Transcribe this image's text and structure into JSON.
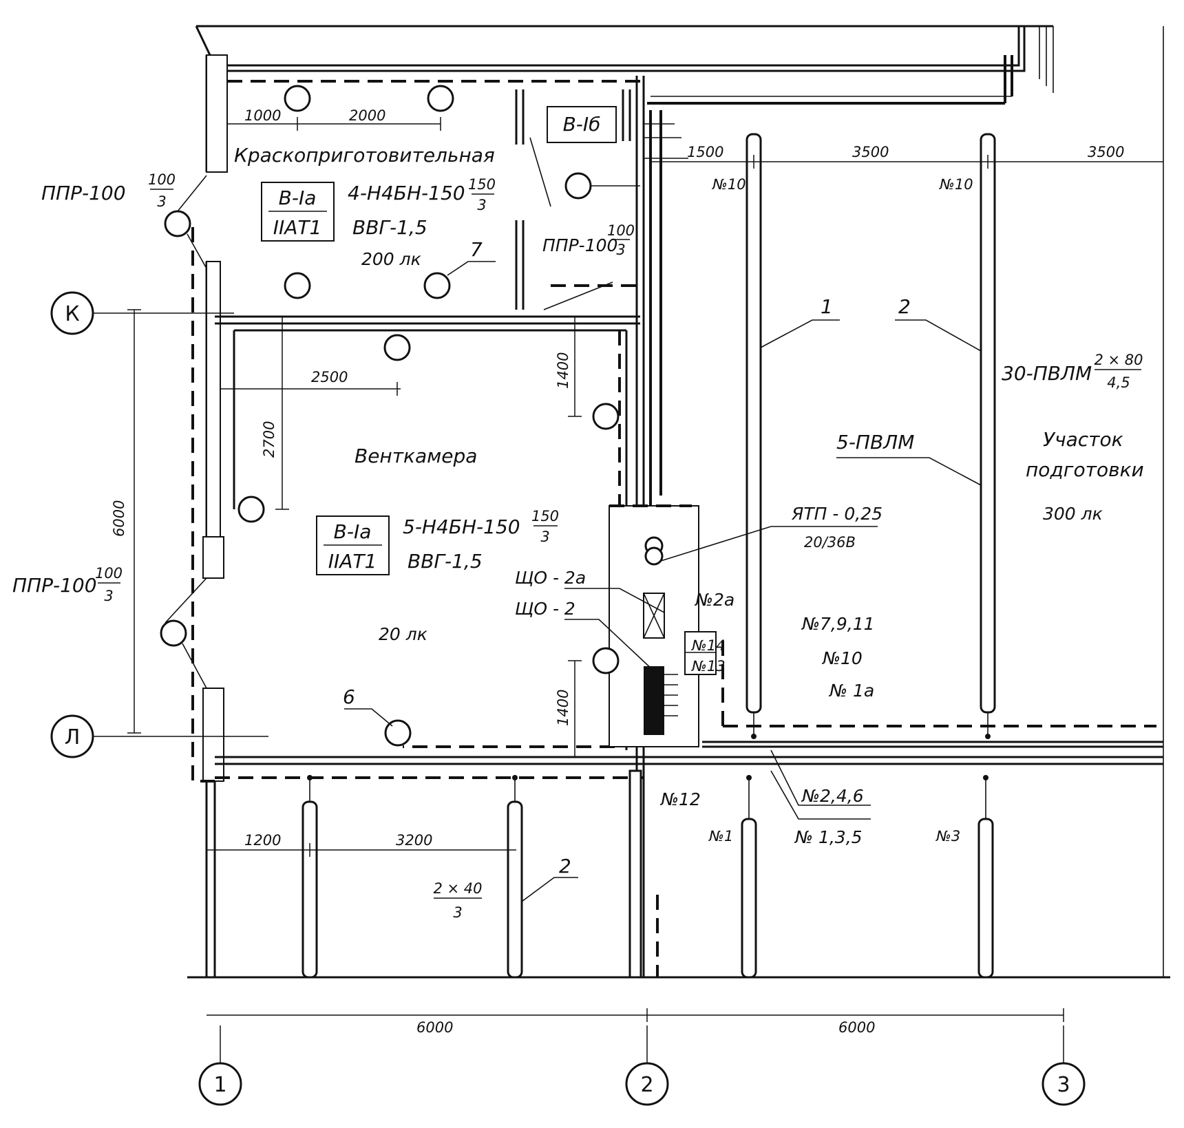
{
  "rooms": {
    "paint_room": "Краскоприготовительная",
    "vent_chamber": "Венткамера",
    "prep_area_line1": "Участок",
    "prep_area_line2": "подготовки",
    "prep_area_lux": "300 лк"
  },
  "classes": {
    "paint_top": "В-Iа",
    "paint_bottom": "IIАТ1",
    "small_room": "В-Iб",
    "vent_top": "В-Iа",
    "vent_bottom": "IIАТ1"
  },
  "specs": {
    "paint_lamps": "4-Н4БН-150",
    "paint_lamps_num": "150",
    "paint_lamps_den": "3",
    "paint_cable": "ВВГ-1,5",
    "paint_lux": "200 лк",
    "vent_lamps": "5-Н4БН-150",
    "vent_lamps_num": "150",
    "vent_lamps_den": "3",
    "vent_cable": "ВВГ-1,5",
    "vent_lux": "20 лк",
    "ppr_left_top": "ППР-100",
    "ppr_left_top_num": "100",
    "ppr_left_top_den": "3",
    "ppr_left_bottom": "ППР-100",
    "ppr_left_bottom_num": "100",
    "ppr_left_bottom_den": "3",
    "ppr_inner": "ППР-100",
    "ppr_inner_num": "100",
    "ppr_inner_den": "3",
    "pvlm_30": "30-ПВЛМ",
    "pvlm_30_num": "2 × 80",
    "pvlm_30_den": "4,5",
    "pvlm_5": "5-ПВЛМ",
    "bottom_num": "2 × 40",
    "bottom_den": "3",
    "ytp": "ЯТП - 0,25",
    "ytp_volt": "20/36В",
    "sho2a": "ЩО - 2а",
    "sho2": "ЩО - 2"
  },
  "circuits": {
    "n10_a": "№10",
    "n10_b": "№10",
    "n2a": "№2а",
    "n14": "№14",
    "n13": "№13",
    "n7911": "№7,9,11",
    "n10_c": "№10",
    "n1a": "№ 1а",
    "n246": "№2,4,6",
    "n135": "№ 1,3,5",
    "n12": "№12",
    "n1": "№1",
    "n3": "№3"
  },
  "leaders": {
    "l1": "1",
    "l2": "2",
    "l7": "7",
    "l6": "6",
    "l2b": "2"
  },
  "dimensions": {
    "d1000": "1000",
    "d2000": "2000",
    "d1500": "1500",
    "d3500a": "3500",
    "d3500b": "3500",
    "d2500": "2500",
    "d2700": "2700",
    "d1400a": "1400",
    "d1400b": "1400",
    "d6000v": "6000",
    "d1200": "1200",
    "d3200": "3200",
    "d6000a": "6000",
    "d6000b": "6000"
  },
  "axes": {
    "k": "К",
    "l": "Л",
    "a1": "1",
    "a2": "2",
    "a3": "3"
  }
}
